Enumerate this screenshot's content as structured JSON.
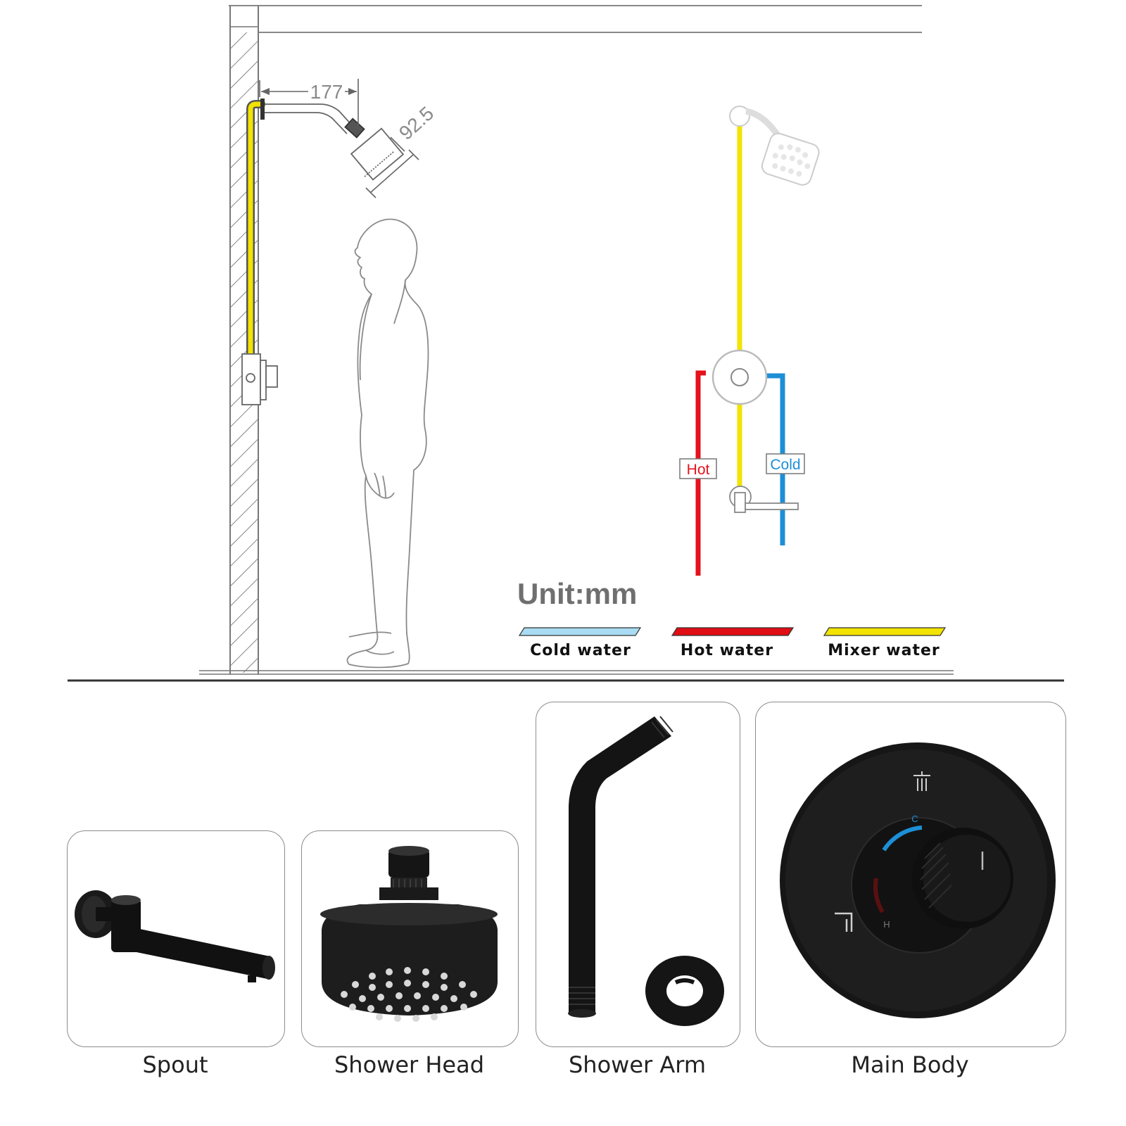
{
  "diagram": {
    "dimensions": {
      "arm_length": "177",
      "head_diameter": "92.5"
    },
    "unit_label": "Unit:mm",
    "tags": {
      "hot": "Hot",
      "cold": "Cold"
    },
    "legend": [
      {
        "label": "Cold water",
        "color": "#a9dcf3"
      },
      {
        "label": "Hot water",
        "color": "#e00d14"
      },
      {
        "label": "Mixer water",
        "color": "#f3e300"
      }
    ],
    "colors": {
      "hot": "#e5121b",
      "cold": "#1d8fd6",
      "mixer": "#f2e300"
    }
  },
  "parts": [
    {
      "label": "Spout",
      "icon": "spout-image"
    },
    {
      "label": "Shower Head",
      "icon": "shower-head-image"
    },
    {
      "label": "Shower Arm",
      "icon": "shower-arm-image"
    },
    {
      "label": "Main Body",
      "icon": "main-body-image"
    }
  ],
  "main_body_marks": {
    "cold": "C",
    "hot": "H"
  }
}
